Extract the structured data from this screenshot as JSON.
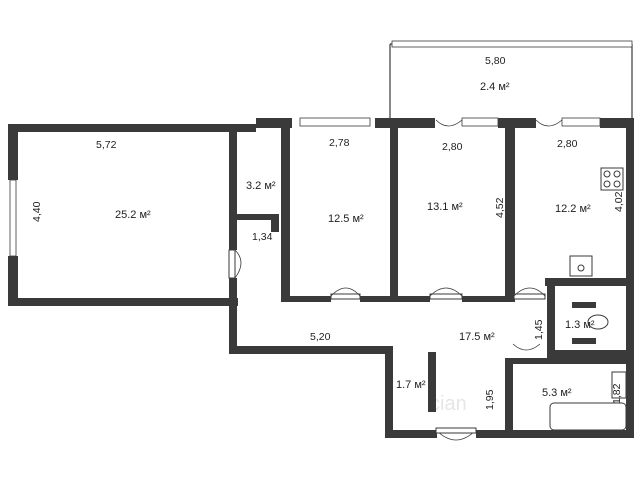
{
  "rooms": {
    "living_room": "25.2 м²",
    "storage": "3.2 м²",
    "bedroom_a": "12.5 м²",
    "bedroom_b": "13.1 м²",
    "kitchen": "12.2 м²",
    "balcony": "2.4 м²",
    "hall": "17.5 м²",
    "toilet": "1.3 м²",
    "closet": "1.7 м²",
    "bathroom": "5.3 м²"
  },
  "dimensions": {
    "living_width": "5,72",
    "living_height": "4,40",
    "storage_depth": "1,34",
    "bedroom_a_width": "2,78",
    "bedroom_b_width": "2,80",
    "kitchen_width": "2,80",
    "kitchen_height": "4,02",
    "bedroom_b_height": "4,52",
    "balcony_width": "5,80",
    "hall_width": "5,20",
    "hall_depth": "1,95",
    "toilet_width": "1,45",
    "bath_height": "1,82"
  },
  "watermark": "cian"
}
